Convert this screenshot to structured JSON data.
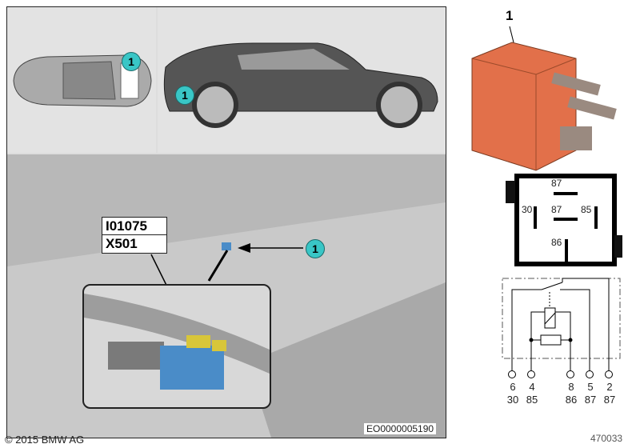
{
  "callout_number": "1",
  "part_number_label": "1",
  "connector_labels": [
    "I01075",
    "X501"
  ],
  "drawing_code": "EO0000005190",
  "copyright": "© 2015 BMW AG",
  "image_number": "470033",
  "relay_pin_layout": [
    "87",
    "30",
    "87",
    "85",
    "86"
  ],
  "circuit_terminals": [
    {
      "pin": "6",
      "function": "30"
    },
    {
      "pin": "4",
      "function": "85"
    },
    {
      "pin": "8",
      "function": "86"
    },
    {
      "pin": "5",
      "function": "87"
    },
    {
      "pin": "2",
      "function": "87"
    }
  ],
  "colors": {
    "relay_body": "#e2704a",
    "callout": "#39c6c6",
    "connector_blue": "#4a8cc8",
    "connector_yellow": "#d8c63a"
  }
}
